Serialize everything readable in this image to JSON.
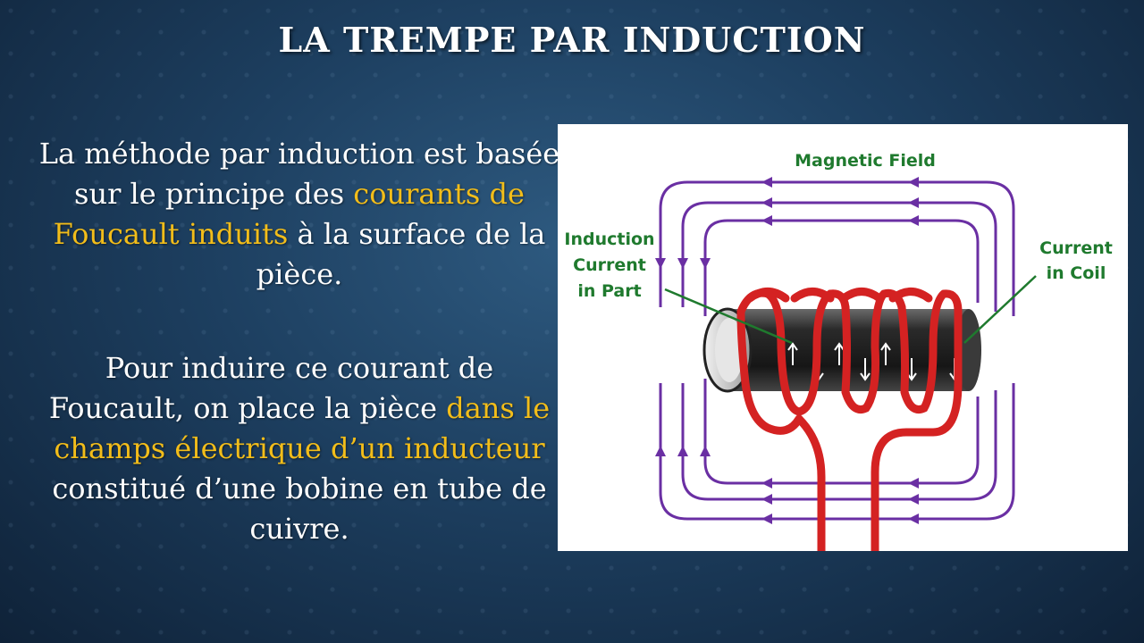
{
  "slide": {
    "title": "LA TREMPE PAR INDUCTION",
    "paragraph1": {
      "part1": "La méthode par induction est basée sur le principe des ",
      "highlight": "courants de Foucault induits",
      "part2": " à la surface de la pièce."
    },
    "paragraph2": {
      "part1": "Pour induire ce courant de Foucault, on place la pièce ",
      "highlight": "dans le champs électrique d’un inducteur",
      "part2": " constitué d’une bobine en tube de cuivre."
    },
    "highlight_color": "#f2bd1a"
  },
  "diagram": {
    "label_magnetic_field": "Magnetic Field",
    "label_induction_line1": "Induction",
    "label_induction_line2": "Current",
    "label_induction_line3": "in Part",
    "label_current_line1": "Current",
    "label_current_line2": "in Coil",
    "colors": {
      "field_lines": "#6a2fa3",
      "coil": "#d42222",
      "labels": "#1f7a2e",
      "part": "#2a2a2a"
    }
  }
}
